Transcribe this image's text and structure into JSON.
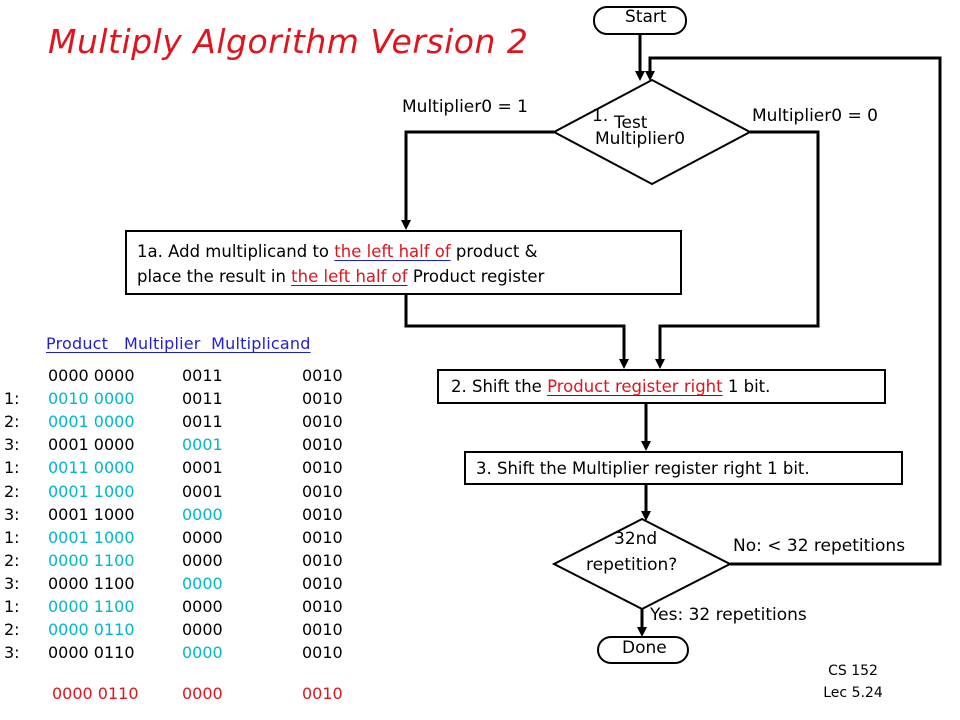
{
  "title": "Multiply Algorithm Version 2",
  "flowchart": {
    "start": "Start",
    "test_num": "1.",
    "test_line1": "Test",
    "test_line2": "Multiplier0",
    "branch_left": "Multiplier0 = 1",
    "branch_right": "Multiplier0 = 0",
    "step1a": {
      "line1_prefix": "1a. Add multiplicand to ",
      "line1_highlight": "the left half of",
      "line1_suffix": " product &",
      "line2_prefix": "place the result in ",
      "line2_highlight": "the left half of",
      "line2_suffix": " Product register"
    },
    "step2": {
      "prefix": "2. Shift the ",
      "highlight": "Product register right",
      "suffix": " 1 bit."
    },
    "step3": "3. Shift the Multiplier register right 1 bit.",
    "decision_line1": "32nd",
    "decision_line2": "repetition?",
    "no_label": "No: < 32 repetitions",
    "yes_label": "Yes: 32 repetitions",
    "done": "Done"
  },
  "table": {
    "header": "Product   Multiplier  Multiplicand",
    "rows": [
      {
        "step": "",
        "product": "0000 0000",
        "multiplier": "0011",
        "multiplicand": "0010",
        "hl": ""
      },
      {
        "step": "1:",
        "product": "0010 0000",
        "multiplier": "0011",
        "multiplicand": "0010",
        "hl": "product"
      },
      {
        "step": "2:",
        "product": "0001 0000",
        "multiplier": "0011",
        "multiplicand": "0010",
        "hl": "product"
      },
      {
        "step": "3:",
        "product": "0001 0000",
        "multiplier": "0001",
        "multiplicand": "0010",
        "hl": "multiplier"
      },
      {
        "step": "1:",
        "product": "0011 0000",
        "multiplier": "0001",
        "multiplicand": "0010",
        "hl": "product"
      },
      {
        "step": "2:",
        "product": "0001 1000",
        "multiplier": "0001",
        "multiplicand": "0010",
        "hl": "product"
      },
      {
        "step": "3:",
        "product": "0001 1000",
        "multiplier": "0000",
        "multiplicand": "0010",
        "hl": "multiplier"
      },
      {
        "step": "1:",
        "product": "0001 1000",
        "multiplier": "0000",
        "multiplicand": "0010",
        "hl": "product"
      },
      {
        "step": "2:",
        "product": "0000 1100",
        "multiplier": "0000",
        "multiplicand": "0010",
        "hl": "product"
      },
      {
        "step": "3:",
        "product": "0000 1100",
        "multiplier": "0000",
        "multiplicand": "0010",
        "hl": "multiplier"
      },
      {
        "step": "1:",
        "product": "0000 1100",
        "multiplier": "0000",
        "multiplicand": "0010",
        "hl": "product"
      },
      {
        "step": "2:",
        "product": "0000 0110",
        "multiplier": "0000",
        "multiplicand": "0010",
        "hl": "product"
      },
      {
        "step": "3:",
        "product": "0000 0110",
        "multiplier": "0000",
        "multiplicand": "0010",
        "hl": "multiplier"
      }
    ],
    "final": {
      "product": "0000 0110",
      "multiplier": "0000",
      "multiplicand": "0010"
    }
  },
  "footer": {
    "line1": "CS 152",
    "line2": "Lec 5.24"
  },
  "colors": {
    "title": "#e0141e",
    "highlight_red": "#e0141e",
    "underline_blue": "#1f1fd0",
    "changed_value": "#00b8c8"
  }
}
